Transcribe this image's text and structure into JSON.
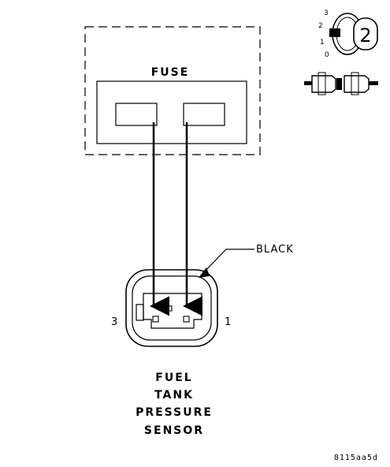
{
  "fuse_box": {
    "label": "FUSE"
  },
  "connector": {
    "color_label": "BLACK",
    "pin_left": "3",
    "pin_right": "1"
  },
  "sensor_name": [
    "FUEL",
    "TANK",
    "PRESSURE",
    "SENSOR"
  ],
  "ignition_icon": {
    "positions": [
      "3",
      "2",
      "1",
      "0"
    ],
    "key_number": "2"
  },
  "figure_code": "8115aa5d",
  "colors": {
    "line": "#000000",
    "background": "#ffffff"
  }
}
